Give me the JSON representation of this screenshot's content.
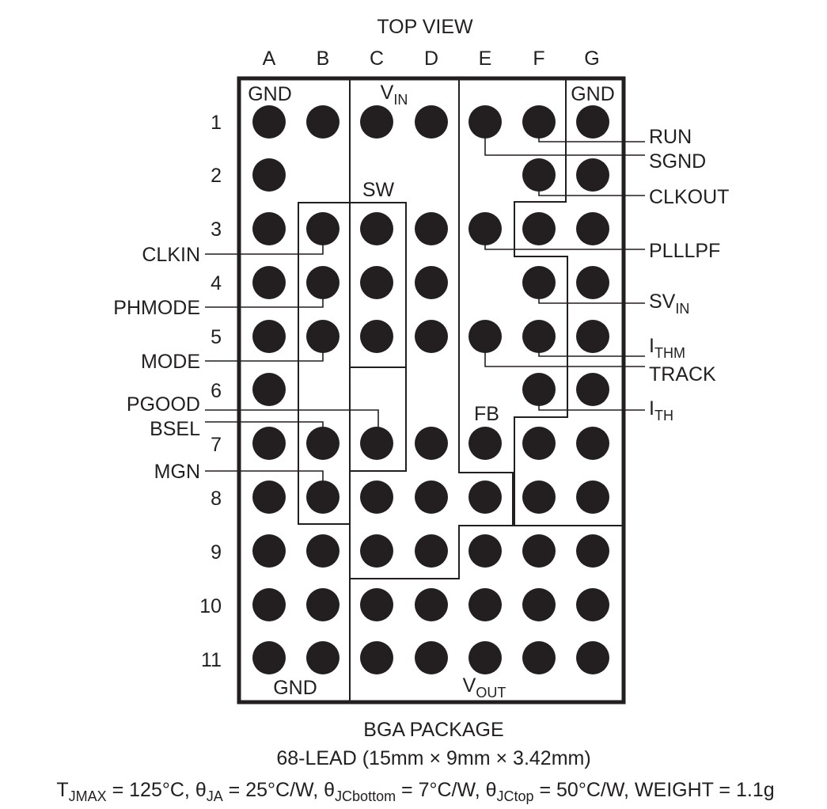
{
  "diagram": {
    "view_title": "TOP VIEW",
    "columns": [
      "A",
      "B",
      "C",
      "D",
      "E",
      "F",
      "G"
    ],
    "rows": [
      "1",
      "2",
      "3",
      "4",
      "5",
      "6",
      "7",
      "8",
      "9",
      "10",
      "11"
    ],
    "region_labels": {
      "gnd_top_left": "GND",
      "vin": "V",
      "vin_sub": "IN",
      "gnd_top_right": "GND",
      "sw": "SW",
      "fb": "FB",
      "gnd_bottom": "GND",
      "vout": "V",
      "vout_sub": "OUT"
    },
    "right_pins": [
      {
        "name": "RUN",
        "sub": "",
        "ball": "F1"
      },
      {
        "name": "SGND",
        "sub": "",
        "ball": "E1"
      },
      {
        "name": "CLKOUT",
        "sub": "",
        "ball": "F2"
      },
      {
        "name": "PLLLPF",
        "sub": "",
        "ball": "E3"
      },
      {
        "name": "SV",
        "sub": "IN",
        "ball": "F4"
      },
      {
        "name": "I",
        "sub": "THM",
        "ball": "F5"
      },
      {
        "name": "TRACK",
        "sub": "",
        "ball": "E5"
      },
      {
        "name": "I",
        "sub": "TH",
        "ball": "F6"
      }
    ],
    "left_pins": [
      {
        "name": "CLKIN",
        "ball": "B3"
      },
      {
        "name": "PHMODE",
        "ball": "B4"
      },
      {
        "name": "MODE",
        "ball": "B5"
      },
      {
        "name": "PGOOD",
        "ball": "C7"
      },
      {
        "name": "BSEL",
        "ball": "B7"
      },
      {
        "name": "MGN",
        "ball": "B8"
      }
    ]
  },
  "caption": {
    "package": "BGA PACKAGE",
    "dimensions": "68-LEAD (15mm × 9mm × 3.42mm)",
    "specs": {
      "tjmax_t": "T",
      "tjmax_sub": "JMAX",
      "tjmax_val": " = 125°C, ",
      "tja_t": "θ",
      "tja_sub": "JA",
      "tja_val": " = 25°C/W, ",
      "tjcb_t": "θ",
      "tjcb_sub": "JCbottom",
      "tjcb_val": " = 7°C/W, ",
      "tjct_t": "θ",
      "tjct_sub": "JCtop",
      "tjct_val": " = 50°C/W, WEIGHT = 1.1g"
    }
  }
}
